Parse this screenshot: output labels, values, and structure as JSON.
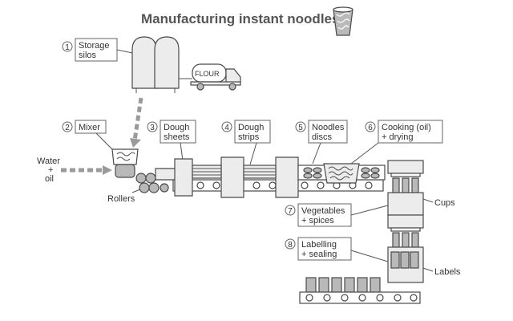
{
  "title": "Manufacturing instant noodles",
  "steps": [
    {
      "num": "1",
      "label": [
        "Storage",
        "silos"
      ]
    },
    {
      "num": "2",
      "label": [
        "Mixer"
      ]
    },
    {
      "num": "3",
      "label": [
        "Dough",
        "sheets"
      ]
    },
    {
      "num": "4",
      "label": [
        "Dough",
        "strips"
      ]
    },
    {
      "num": "5",
      "label": [
        "Noodles",
        "discs"
      ]
    },
    {
      "num": "6",
      "label": [
        "Cooking (oil)",
        "+ drying"
      ]
    },
    {
      "num": "7",
      "label": [
        "Vegetables",
        "+ spices"
      ]
    },
    {
      "num": "8",
      "label": [
        "Labelling",
        "+ sealing"
      ]
    }
  ],
  "callouts": {
    "flour": "FLOUR",
    "water": "Water",
    "plus": "+",
    "oil": "oil",
    "rollers": "Rollers",
    "cups": "Cups",
    "labels": "Labels"
  },
  "icons": [
    "noodle-cup-icon",
    "flour-truck-icon",
    "silo-icon",
    "mixer-icon",
    "roller-icon",
    "conveyor-icon",
    "cup-icon"
  ]
}
